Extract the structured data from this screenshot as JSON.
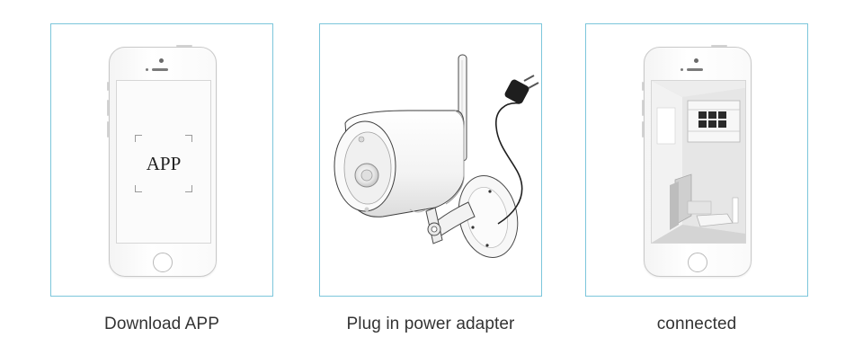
{
  "steps": [
    {
      "caption": "Download APP",
      "screen_text": "APP",
      "illustration": "smartphone-app-icon"
    },
    {
      "caption": "Plug in power adapter",
      "illustration": "camera-with-power-adapter-icon"
    },
    {
      "caption": "connected",
      "illustration": "smartphone-live-view-icon"
    }
  ],
  "colors": {
    "panel_border": "#7cc6db",
    "caption_text": "#333333",
    "background": "#ffffff"
  }
}
